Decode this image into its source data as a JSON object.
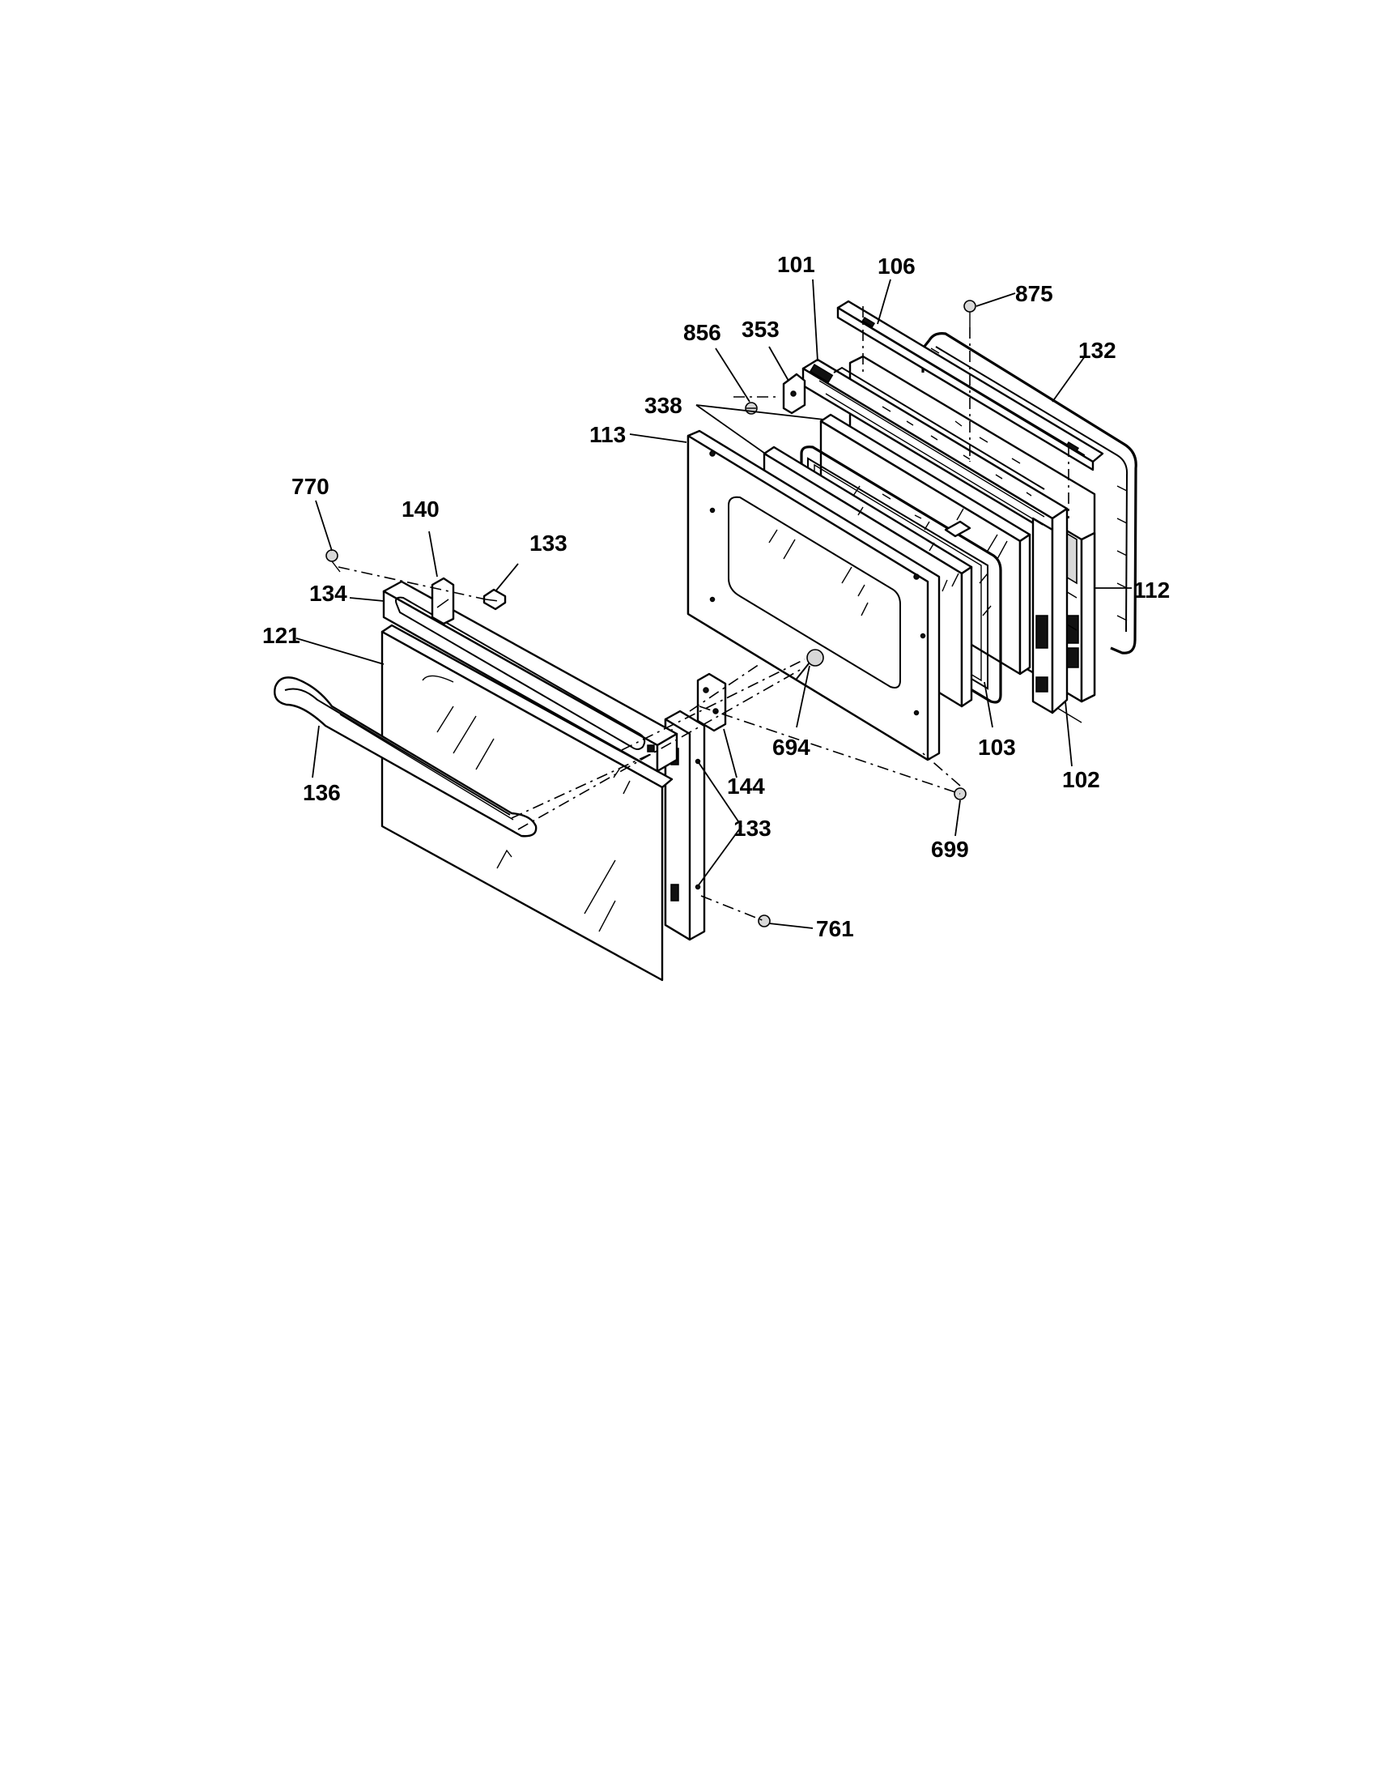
{
  "diagram": {
    "type": "exploded-parts-view",
    "colors": {
      "line": "#000000",
      "background": "#ffffff"
    },
    "callouts": {
      "c101": "101",
      "c106": "106",
      "c875": "875",
      "c856": "856",
      "c353": "353",
      "c132": "132",
      "c338": "338",
      "c113": "113",
      "c770": "770",
      "c140": "140",
      "c133a": "133",
      "c134": "134",
      "c112": "112",
      "c121": "121",
      "c694": "694",
      "c103": "103",
      "c144": "144",
      "c102": "102",
      "c136": "136",
      "c133b": "133",
      "c699": "699",
      "c761": "761"
    }
  }
}
